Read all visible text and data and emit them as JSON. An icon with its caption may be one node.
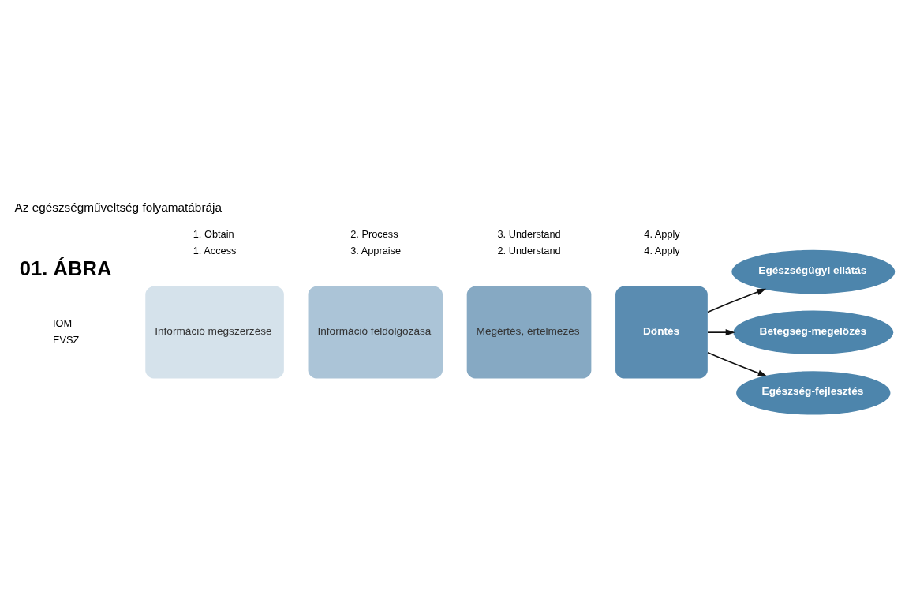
{
  "diagram": {
    "title": "Az egészségműveltség folyamatábrája",
    "nodes": [
      {
        "text": [
          "Információ megszerzése"
        ]
      },
      {
        "text": [
          "Információ feldolgozása"
        ]
      },
      {
        "text": [
          "Megértés, értelmezés"
        ]
      },
      {
        "text": [
          "Döntés"
        ]
      },
      {
        "text": [
          "Egészségügyi ellátás"
        ]
      },
      {
        "text": [
          "Betegség-megelőzés"
        ]
      },
      {
        "text": [
          "Egészség-fejlesztés"
        ]
      }
    ],
    "edges": [
      {
        "from": 3,
        "to": 4,
        "arrow": "to"
      },
      {
        "from": 3,
        "to": 5,
        "arrow": "to"
      },
      {
        "from": 3,
        "to": 6,
        "arrow": "to"
      }
    ],
    "labels": [
      "01. ÁBRA",
      "IOM",
      "1. Obtain",
      "2. Process",
      "3. Understand",
      "4. Apply",
      "EVSZ",
      "1. Access",
      "3. Appraise",
      "2. Understand",
      "4. Apply"
    ]
  }
}
